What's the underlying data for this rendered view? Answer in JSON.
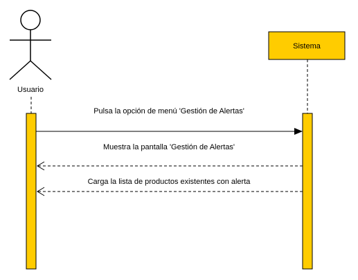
{
  "diagram": {
    "participants": {
      "actor": {
        "label": "Usuario"
      },
      "system": {
        "label": "Sistema"
      }
    },
    "messages": [
      {
        "label": "Pulsa la opción de menú 'Gestión de Alertas'",
        "from": "Usuario",
        "to": "Sistema",
        "kind": "synchronous"
      },
      {
        "label": "Muestra la pantalla 'Gestión de Alertas'",
        "from": "Sistema",
        "to": "Usuario",
        "kind": "return"
      },
      {
        "label": "Carga la lista de productos existentes con alerta",
        "from": "Sistema",
        "to": "Usuario",
        "kind": "return"
      }
    ],
    "colors": {
      "activation_fill": "#ffcc00",
      "activation_stroke": "#000000",
      "line": "#000000",
      "background": "#ffffff"
    }
  }
}
